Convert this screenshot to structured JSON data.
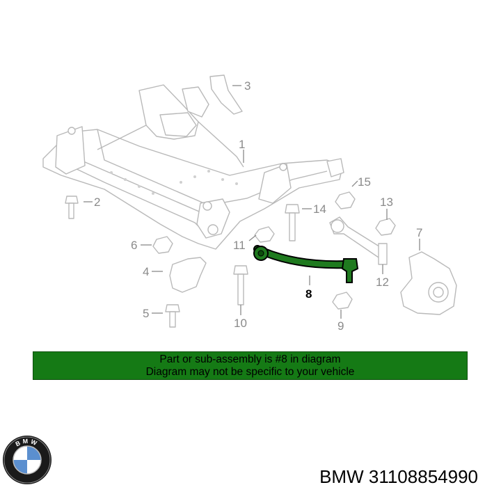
{
  "diagram": {
    "highlighted_part": "8",
    "callouts": [
      "1",
      "2",
      "3",
      "4",
      "5",
      "6",
      "7",
      "8",
      "9",
      "10",
      "11",
      "12",
      "13",
      "14",
      "15"
    ],
    "highlight_color": "#1f7a1f"
  },
  "banner": {
    "line1": "Part or sub-assembly is #8 in diagram",
    "line2": "Diagram may not be specific to your vehicle",
    "background": "#157a15"
  },
  "footer": {
    "brand": "BMW",
    "part_number": "31108854990",
    "logo_letters": "BMW"
  }
}
